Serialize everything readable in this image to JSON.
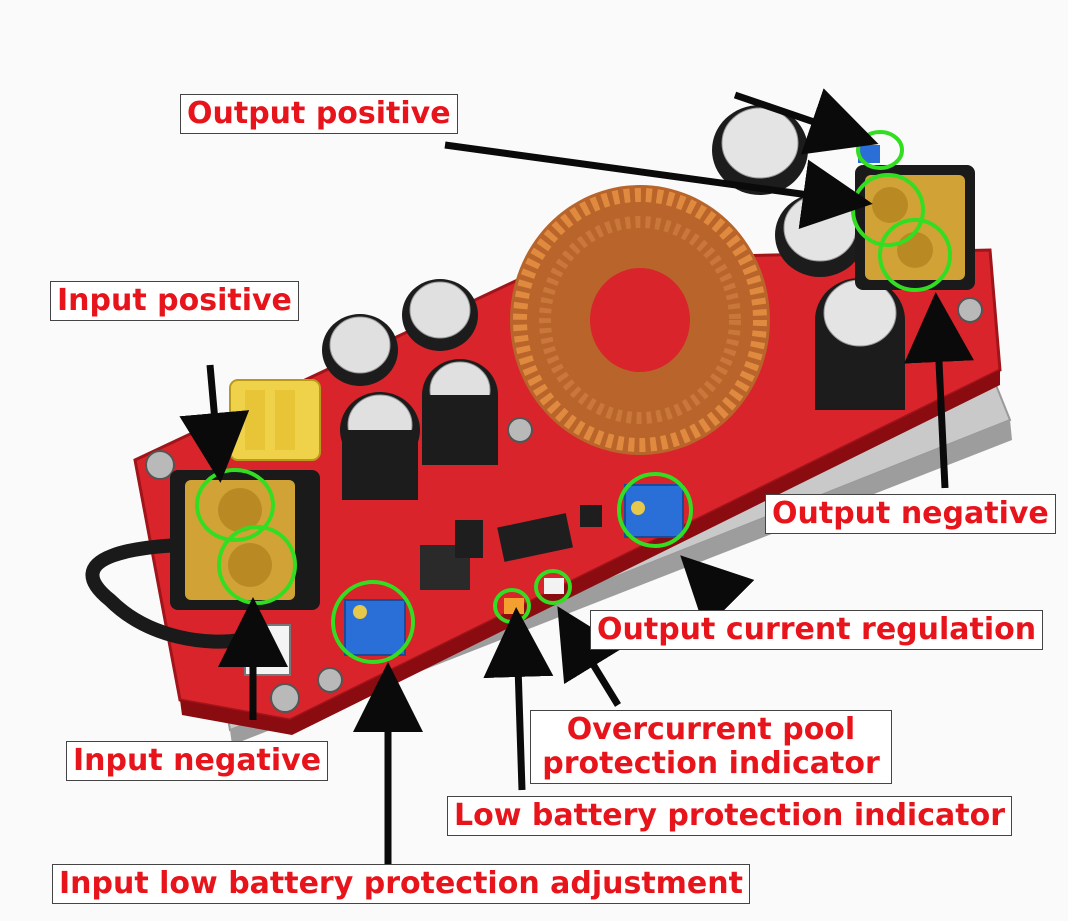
{
  "labels": {
    "output_positive": "Output positive",
    "input_positive": "Input positive",
    "output_negative": "Output negative",
    "output_current_regulation": "Output current regulation",
    "input_negative": "Input negative",
    "overcurrent_line1": "Overcurrent pool",
    "overcurrent_line2": "protection indicator",
    "low_battery_indicator": "Low battery protection indicator",
    "input_low_battery_adjustment": "Input low battery protection adjustment"
  },
  "colors": {
    "label_text": "#e8141b",
    "highlight_circle": "#33dd22",
    "arrow": "#0a0a0a",
    "board": "#d8242a"
  }
}
